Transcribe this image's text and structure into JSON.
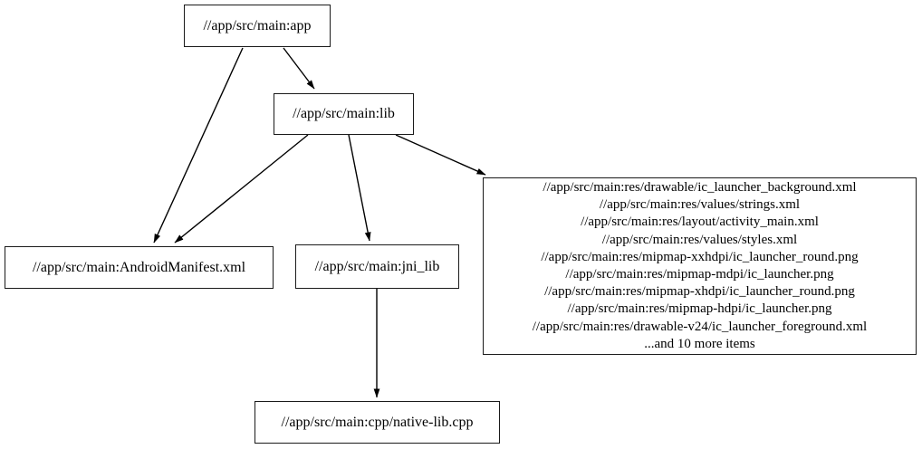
{
  "graph": {
    "type": "dependency-graph",
    "background": "#ffffff",
    "colors": {
      "node_fill": "#ffffff",
      "node_border": "#1a1a1a",
      "edge": "#000000",
      "text": "#000000"
    },
    "nodes": {
      "app": {
        "label": "//app/src/main:app"
      },
      "lib": {
        "label": "//app/src/main:lib"
      },
      "android_manifest": {
        "label": "//app/src/main:AndroidManifest.xml"
      },
      "jni_lib": {
        "label": "//app/src/main:jni_lib"
      },
      "native_lib_cpp": {
        "label": "//app/src/main:cpp/native-lib.cpp"
      },
      "resources": {
        "lines": [
          "//app/src/main:res/drawable/ic_launcher_background.xml",
          "//app/src/main:res/values/strings.xml",
          "//app/src/main:res/layout/activity_main.xml",
          "//app/src/main:res/values/styles.xml",
          "//app/src/main:res/mipmap-xxhdpi/ic_launcher_round.png",
          "//app/src/main:res/mipmap-mdpi/ic_launcher.png",
          "//app/src/main:res/mipmap-xhdpi/ic_launcher_round.png",
          "//app/src/main:res/mipmap-hdpi/ic_launcher.png",
          "//app/src/main:res/drawable-v24/ic_launcher_foreground.xml",
          "...and 10 more items"
        ]
      }
    },
    "edges": [
      {
        "from": "app",
        "to": "lib"
      },
      {
        "from": "app",
        "to": "android_manifest"
      },
      {
        "from": "lib",
        "to": "android_manifest"
      },
      {
        "from": "lib",
        "to": "jni_lib"
      },
      {
        "from": "lib",
        "to": "resources"
      },
      {
        "from": "jni_lib",
        "to": "native_lib_cpp"
      }
    ]
  }
}
